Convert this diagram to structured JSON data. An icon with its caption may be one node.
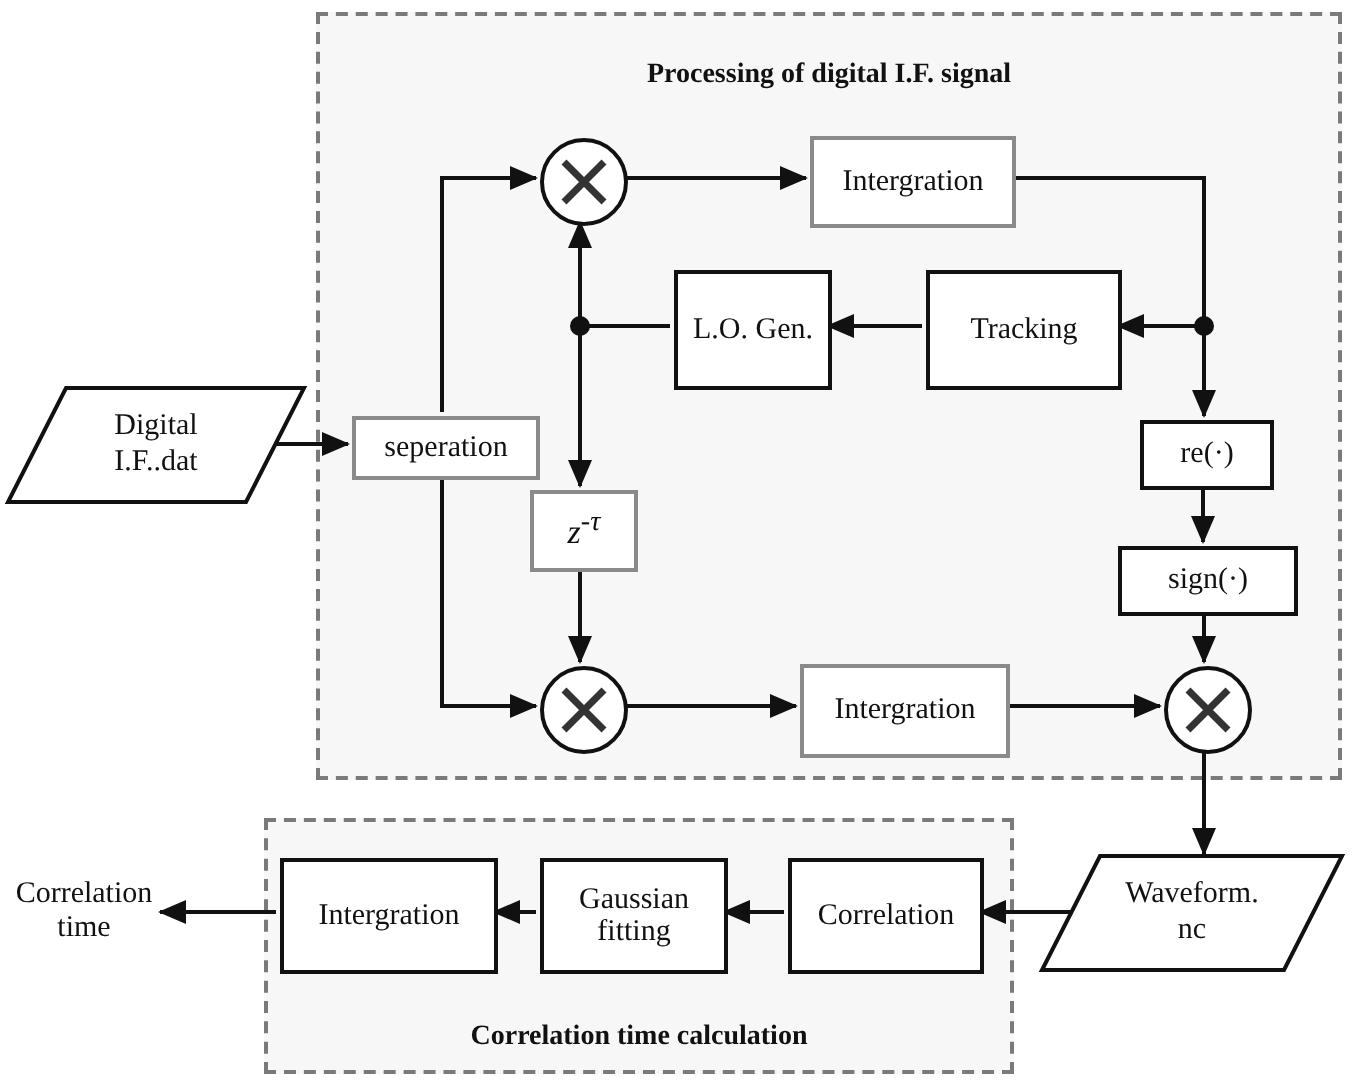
{
  "diagram": {
    "nodes": [
      {
        "text": [
          "Processing of digital I.F. signal"
        ]
      },
      {
        "text": [
          "Digital I.F..dat"
        ]
      },
      {
        "text": [
          "seperation"
        ],
        "in": 0
      },
      {
        "text": [],
        "shape": "circle",
        "in": 0
      },
      {
        "text": [
          "Intergration"
        ],
        "in": 0
      },
      {
        "text": [
          "L.O. Gen."
        ],
        "in": 0
      },
      {
        "text": [
          "Tracking"
        ],
        "in": 0
      },
      {
        "text": [
          "re(·)"
        ],
        "in": 0
      },
      {
        "text": [
          "z$^{-τ}$"
        ],
        "in": 0
      },
      {
        "text": [
          "sign(·)"
        ],
        "in": 0
      },
      {
        "text": [],
        "shape": "circle",
        "in": 0
      },
      {
        "text": [
          "Intergration"
        ],
        "in": 0
      },
      {
        "text": [],
        "shape": "circle",
        "in": 0
      },
      {
        "text": [
          "Waveform. nc"
        ]
      },
      {
        "text": [
          "Correlation time calculation"
        ]
      },
      {
        "text": [
          "Intergration"
        ],
        "in": 14
      },
      {
        "text": [
          "Gaussian fitting"
        ],
        "in": 14
      },
      {
        "text": [
          "Correlation"
        ],
        "in": 14
      },
      {
        "text": [
          "Correlation time"
        ]
      }
    ],
    "edges": [
      {
        "from": 1,
        "to": 2,
        "arrow": "to"
      },
      {
        "from": 2,
        "to": 3,
        "arrow": "to"
      },
      {
        "from": 2,
        "to": 10,
        "arrow": "to"
      },
      {
        "from": 3,
        "to": 4,
        "arrow": "to"
      },
      {
        "from": 4,
        "to": 6,
        "arrow": "to"
      },
      {
        "from": 4,
        "to": 7,
        "arrow": "to"
      },
      {
        "from": 6,
        "to": 5,
        "arrow": "to"
      },
      {
        "from": 5,
        "to": 3,
        "arrow": "to"
      },
      {
        "from": 5,
        "to": 8,
        "arrow": "to"
      },
      {
        "from": 8,
        "to": 10,
        "arrow": "to"
      },
      {
        "from": 7,
        "to": 9,
        "arrow": "to"
      },
      {
        "from": 9,
        "to": 12,
        "arrow": "to"
      },
      {
        "from": 10,
        "to": 11,
        "arrow": "to"
      },
      {
        "from": 11,
        "to": 12,
        "arrow": "to"
      },
      {
        "from": 12,
        "to": 13,
        "arrow": "to"
      },
      {
        "from": 13,
        "to": 17,
        "arrow": "to"
      },
      {
        "from": 17,
        "to": 16,
        "arrow": "to"
      },
      {
        "from": 16,
        "to": 15,
        "arrow": "to"
      },
      {
        "from": 15,
        "to": 18,
        "arrow": "to"
      }
    ]
  }
}
